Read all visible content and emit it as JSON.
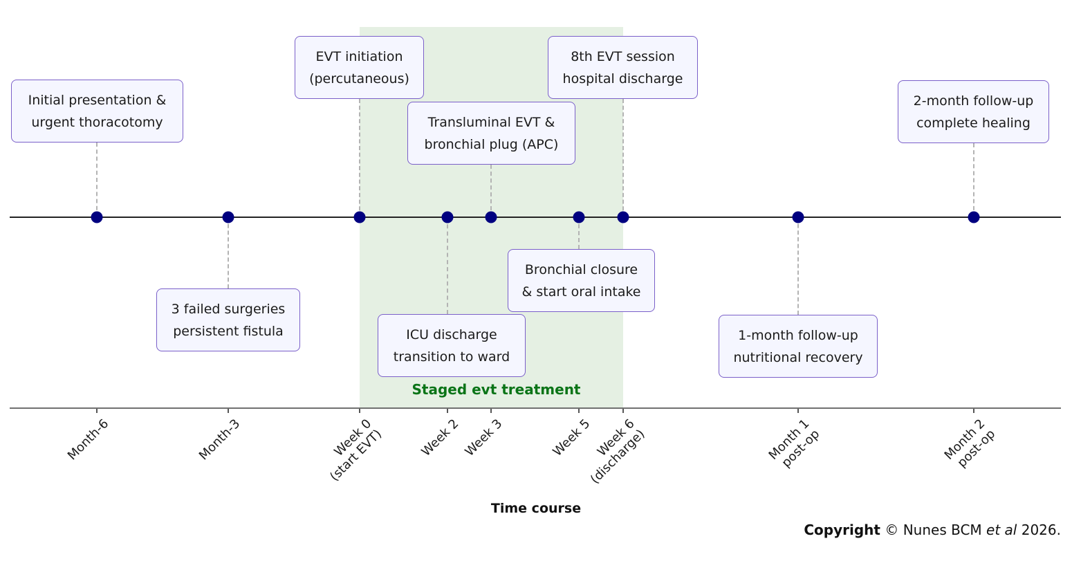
{
  "diagram": {
    "type": "timeline",
    "phase": {
      "label": "Staged evt treatment",
      "start_tick": "week0",
      "end_tick": "week6",
      "color": "#e5f0e3",
      "label_color": "#0a7417"
    },
    "ticks": [
      {
        "id": "month-6",
        "label": [
          "Month-6"
        ]
      },
      {
        "id": "month-3",
        "label": [
          "Month-3"
        ]
      },
      {
        "id": "week0",
        "label": [
          "Week 0",
          "(start EVT)"
        ]
      },
      {
        "id": "week2",
        "label": [
          "Week 2"
        ]
      },
      {
        "id": "week3",
        "label": [
          "Week 3"
        ]
      },
      {
        "id": "week5",
        "label": [
          "Week 5"
        ]
      },
      {
        "id": "week6",
        "label": [
          "Week 6",
          "(discharge)"
        ]
      },
      {
        "id": "month1",
        "label": [
          "Month 1",
          "post-op"
        ]
      },
      {
        "id": "month2",
        "label": [
          "Month 2",
          "post-op"
        ]
      }
    ],
    "events": [
      {
        "tick": "month-6",
        "side": "above",
        "lines": [
          "Initial presentation &",
          "urgent thoracotomy"
        ]
      },
      {
        "tick": "month-3",
        "side": "below",
        "lines": [
          "3 failed surgeries",
          "persistent fistula"
        ]
      },
      {
        "tick": "week0",
        "side": "above",
        "lines": [
          "EVT initiation",
          "(percutaneous)"
        ]
      },
      {
        "tick": "week2",
        "side": "below",
        "lines": [
          "ICU discharge",
          "transition to ward"
        ]
      },
      {
        "tick": "week3",
        "side": "above",
        "lines": [
          "Transluminal EVT &",
          "bronchial plug (APC)"
        ]
      },
      {
        "tick": "week5",
        "side": "below",
        "lines": [
          "Bronchial closure",
          "& start oral intake"
        ]
      },
      {
        "tick": "week6",
        "side": "above",
        "lines": [
          "8th EVT session",
          "hospital discharge"
        ]
      },
      {
        "tick": "month1",
        "side": "below",
        "lines": [
          "1-month follow-up",
          "nutritional recovery"
        ]
      },
      {
        "tick": "month2",
        "side": "above",
        "lines": [
          "2-month follow-up",
          "complete healing"
        ]
      }
    ],
    "xlabel": "Time course",
    "colors": {
      "marker": "#000080",
      "box_fill": "#f5f6ff",
      "box_border": "#7a5fc9",
      "connector": "#b3b3b3"
    }
  },
  "copyright": {
    "bold": "Copyright",
    "symbol": "©",
    "authors": "Nunes BCM",
    "etal": "et al",
    "year": "2026."
  }
}
